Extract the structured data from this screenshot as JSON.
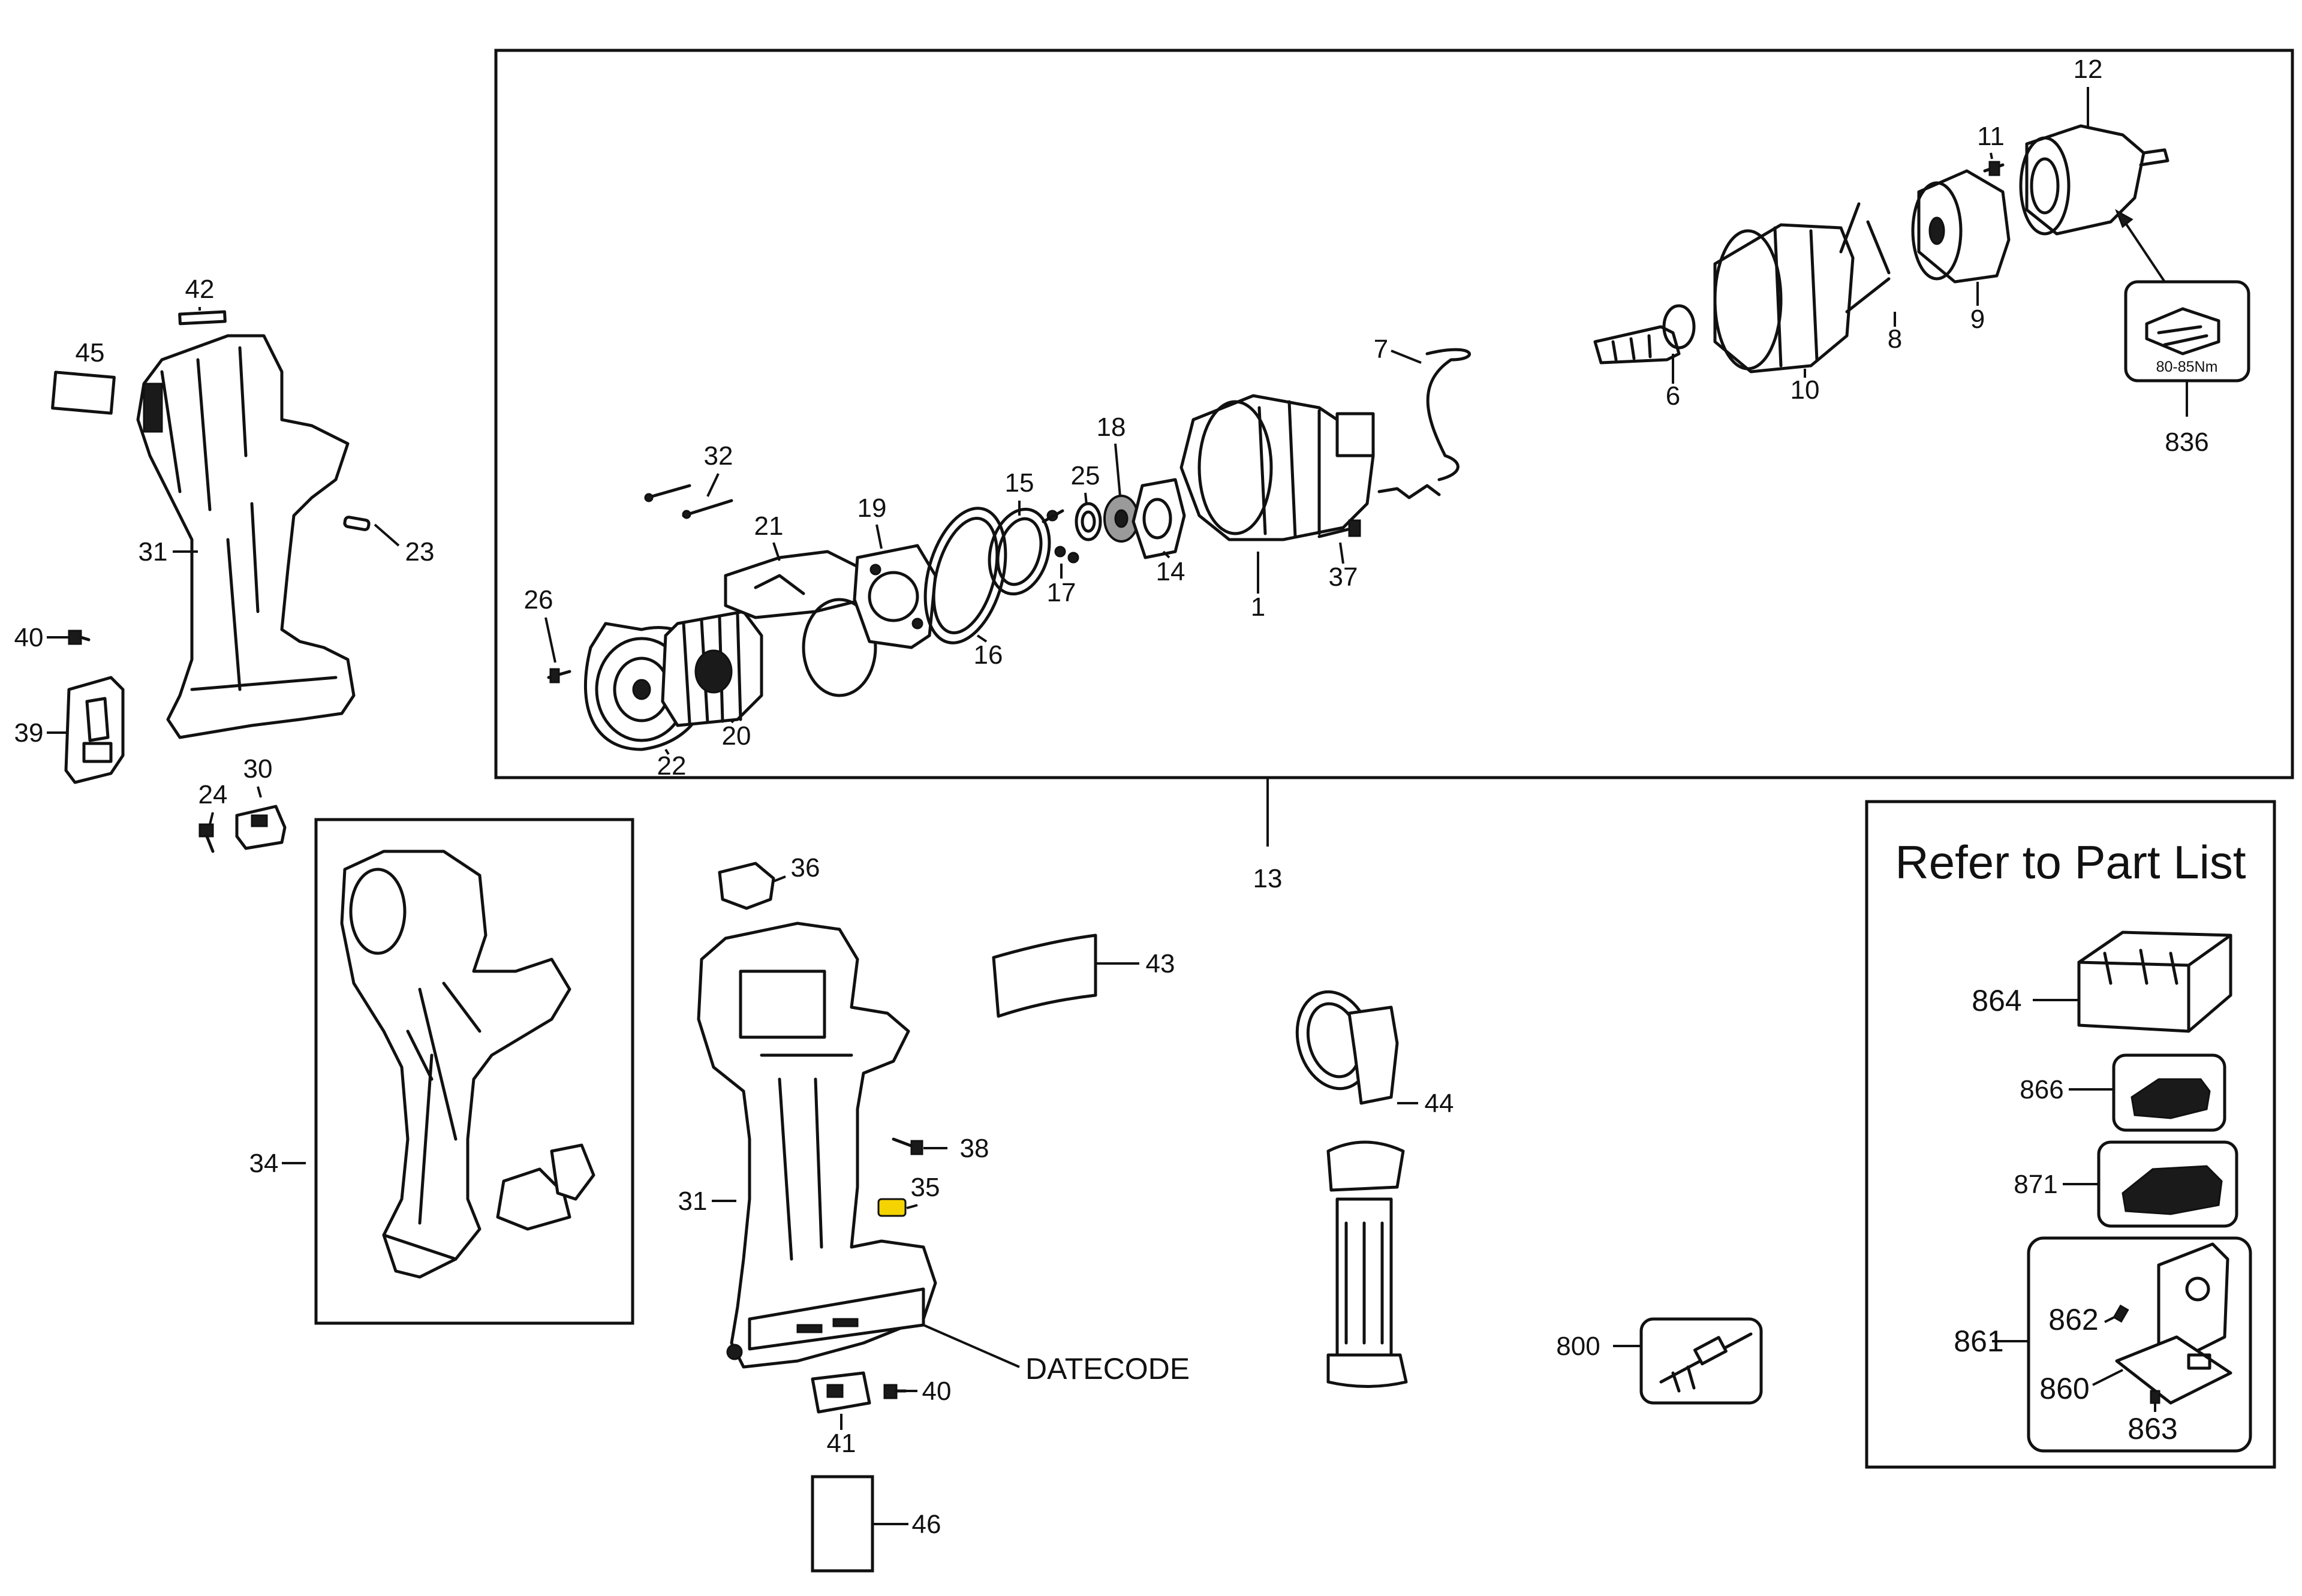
{
  "diagram": {
    "refer_text": "Refer to Part List",
    "torque_text": "80-85Nm",
    "datecode_text": "DATECODE",
    "accent_color": "#f5d300",
    "labels": {
      "p1": "1",
      "p6": "6",
      "p7": "7",
      "p8": "8",
      "p9": "9",
      "p10": "10",
      "p11": "11",
      "p12": "12",
      "p13": "13",
      "p14": "14",
      "p15": "15",
      "p16": "16",
      "p17": "17",
      "p18": "18",
      "p19": "19",
      "p20": "20",
      "p21": "21",
      "p22": "22",
      "p23": "23",
      "p24": "24",
      "p25": "25",
      "p26": "26",
      "p30": "30",
      "p31a": "31",
      "p31b": "31",
      "p32": "32",
      "p34": "34",
      "p35": "35",
      "p36": "36",
      "p37": "37",
      "p38": "38",
      "p39": "39",
      "p40a": "40",
      "p40b": "40",
      "p41": "41",
      "p42": "42",
      "p43": "43",
      "p44": "44",
      "p45": "45",
      "p46": "46",
      "p800": "800",
      "p836": "836",
      "p860": "860",
      "p861": "861",
      "p862": "862",
      "p863": "863",
      "p864": "864",
      "p866": "866",
      "p871": "871"
    }
  }
}
